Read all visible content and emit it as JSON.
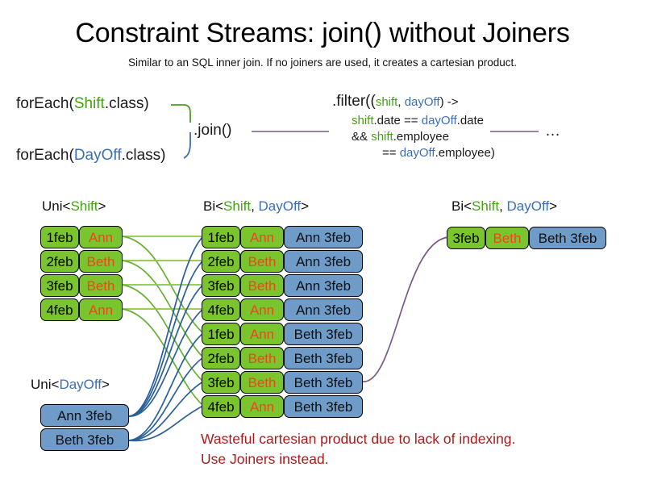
{
  "header": {
    "title": "Constraint Streams: join() without Joiners",
    "subtitle": "Similar to an SQL inner join. If no joiners are used, it creates a cartesian product."
  },
  "code": {
    "foreach_shift": {
      "prefix": "forEach(",
      "type": "Shift",
      "suffix": ".class)"
    },
    "foreach_dayoff": {
      "prefix": "forEach(",
      "type": "DayOff",
      "suffix": ".class)"
    },
    "join_label": ".join()",
    "filter": {
      "line1_prefix": ".filter((",
      "line1_a": "shift",
      "line1_comma": ", ",
      "line1_b": "dayOff",
      "line1_suffix": ") ->",
      "line2_a": "shift",
      "line2_mid": ".date == ",
      "line2_b": "dayOff",
      "line2_end": ".date",
      "line3_prefix": "&& ",
      "line3_a": "shift",
      "line3_end": ".employee",
      "line4_prefix": "== ",
      "line4_b": "dayOff",
      "line4_end": ".employee)"
    },
    "ellipsis": "…"
  },
  "streams": {
    "uni_shift": {
      "label_prefix": "Uni<",
      "label_type": "Shift",
      "label_suffix": ">"
    },
    "uni_dayoff": {
      "label_prefix": "Uni<",
      "label_type": "DayOff",
      "label_suffix": ">"
    },
    "bi_middle": {
      "label_prefix": "Bi<",
      "label_a": "Shift",
      "label_comma": ", ",
      "label_b": "DayOff",
      "label_suffix": ">"
    },
    "bi_right": {
      "label_prefix": "Bi<",
      "label_a": "Shift",
      "label_comma": ", ",
      "label_b": "DayOff",
      "label_suffix": ">"
    }
  },
  "shifts": [
    {
      "date": "1feb",
      "employee": "Ann"
    },
    {
      "date": "2feb",
      "employee": "Beth"
    },
    {
      "date": "3feb",
      "employee": "Beth"
    },
    {
      "date": "4feb",
      "employee": "Ann"
    }
  ],
  "dayoffs": [
    {
      "label": "Ann 3feb"
    },
    {
      "label": "Beth 3feb"
    }
  ],
  "cartesian": [
    {
      "date": "1feb",
      "employee": "Ann",
      "dayoff": "Ann 3feb"
    },
    {
      "date": "2feb",
      "employee": "Beth",
      "dayoff": "Ann 3feb"
    },
    {
      "date": "3feb",
      "employee": "Beth",
      "dayoff": "Ann 3feb"
    },
    {
      "date": "4feb",
      "employee": "Ann",
      "dayoff": "Ann 3feb"
    },
    {
      "date": "1feb",
      "employee": "Ann",
      "dayoff": "Beth 3feb"
    },
    {
      "date": "2feb",
      "employee": "Beth",
      "dayoff": "Beth 3feb"
    },
    {
      "date": "3feb",
      "employee": "Beth",
      "dayoff": "Beth 3feb"
    },
    {
      "date": "4feb",
      "employee": "Ann",
      "dayoff": "Beth 3feb"
    }
  ],
  "result": [
    {
      "date": "3feb",
      "employee": "Beth",
      "dayoff": "Beth 3feb"
    }
  ],
  "note": {
    "line1": "Wasteful cartesian product due to lack of indexing.",
    "line2": "Use Joiners instead."
  },
  "colors": {
    "shift_green": "#7ac52e",
    "dayoff_blue": "#6f9bc8",
    "employee_orange": "#e8491d",
    "type_shift_text": "#44a313",
    "type_dayoff_text": "#3c6eb4",
    "note_red": "#a81c1c",
    "wire_purple": "#7a5a86"
  }
}
